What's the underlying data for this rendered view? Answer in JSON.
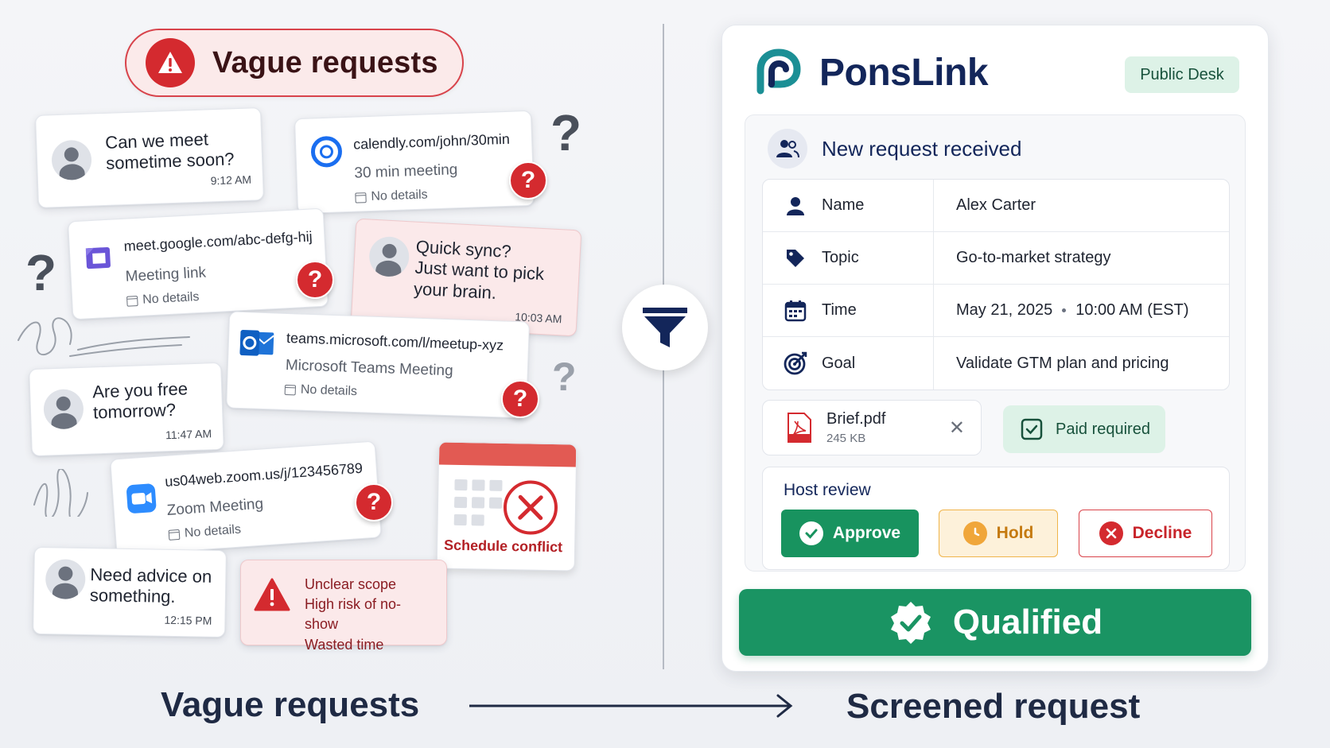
{
  "left": {
    "header_title": "Vague requests",
    "cards": [
      {
        "kind": "chat",
        "lines": [
          "Can we meet",
          "sometime soon?"
        ],
        "time": "9:12 AM"
      },
      {
        "kind": "link",
        "icon": "calendly-icon",
        "link": "calendly.com/john/30min",
        "subtitle": "30 min meeting",
        "detail": "No details"
      },
      {
        "kind": "link",
        "icon": "google-meet-icon",
        "link": "meet.google.com/abc-defg-hij",
        "subtitle": "Meeting link",
        "detail": "No details"
      },
      {
        "kind": "chat",
        "lines": [
          "Quick sync?",
          "Just want to pick",
          "your brain."
        ],
        "time": "10:03 AM"
      },
      {
        "kind": "link",
        "icon": "outlook-icon",
        "link": "teams.microsoft.com/l/meetup-xyz",
        "subtitle": "Microsoft Teams Meeting",
        "detail": "No details"
      },
      {
        "kind": "chat",
        "lines": [
          "Are you free",
          "tomorrow?"
        ],
        "time": "11:47 AM"
      },
      {
        "kind": "link",
        "icon": "zoom-icon",
        "link": "us04web.zoom.us/j/123456789",
        "subtitle": "Zoom Meeting",
        "detail": "No details"
      },
      {
        "kind": "chat",
        "lines": [
          "Need advice on",
          "something."
        ],
        "time": "12:15 PM"
      }
    ],
    "conflict_label": "Schedule conflict",
    "risk_lines": [
      "Unclear scope",
      "High risk of no-show",
      "Wasted time"
    ],
    "question_mark": "?",
    "bottom_label": "Vague requests"
  },
  "right": {
    "brand_name": "PonsLink",
    "desk_badge": "Public Desk",
    "request_title": "New request received",
    "fields": [
      {
        "icon": "person-icon",
        "key": "Name",
        "value": "Alex Carter"
      },
      {
        "icon": "tag-icon",
        "key": "Topic",
        "value": "Go-to-market strategy"
      },
      {
        "icon": "calendar-icon",
        "key": "Time",
        "value": "May 21, 2025",
        "value2": "10:00 AM (EST)"
      },
      {
        "icon": "target-icon",
        "key": "Goal",
        "value": "Validate GTM plan and pricing"
      }
    ],
    "file": {
      "name": "Brief.pdf",
      "size": "245 KB",
      "badge": "PDF"
    },
    "paid_label": "Paid required",
    "review_title": "Host review",
    "buttons": {
      "approve": "Approve",
      "hold": "Hold",
      "decline": "Decline"
    },
    "qualified_label": "Qualified",
    "bottom_label": "Screened request"
  },
  "colors": {
    "danger": "#d42a2f",
    "brand_navy": "#13265a",
    "brand_teal": "#1b8f95",
    "success": "#1a9463",
    "hold": "#f0b44a"
  }
}
